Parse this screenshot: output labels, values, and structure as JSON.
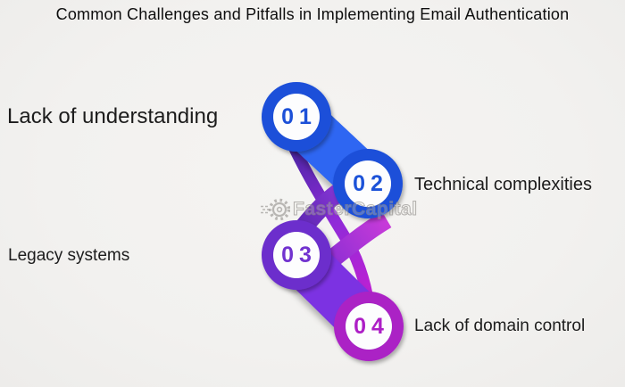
{
  "title": "Common Challenges and Pitfalls in Implementing Email Authentication",
  "watermark": {
    "text": "FasterCapital",
    "icon": "gear-icon",
    "color": "rgba(135,132,128,0.6)"
  },
  "steps": [
    {
      "number": "01",
      "label": "Lack of understanding",
      "side": "left",
      "ring_color": "#1d50d9",
      "number_color": "#1c50d8"
    },
    {
      "number": "02",
      "label": "Technical complexities",
      "side": "right",
      "ring_color": "#1d50d9",
      "number_color": "#1c52d8"
    },
    {
      "number": "03",
      "label": "Legacy systems",
      "side": "left",
      "ring_color": "#6c2ecc",
      "number_color": "#7132cf"
    },
    {
      "number": "04",
      "label": "Lack of domain control",
      "side": "right",
      "ring_color": "#ab23c5",
      "number_color": "#ad1ec6"
    }
  ],
  "colors": {
    "background": "#f2f1ef",
    "title_text": "#0e0e0e",
    "label_text": "#1c1c1c",
    "stadium_blue": [
      "#2e66f2",
      "#1243d0"
    ],
    "stadium_purple": [
      "#7b33e2",
      "#9229d9",
      "#be1dcb"
    ],
    "band_long": [
      "#41249e",
      "#8f2bd8",
      "#c81ed2"
    ],
    "band_upper": [
      "#9b3be8",
      "#5c28b0"
    ],
    "band_lower": [
      "#c93bd9",
      "#7c2bd2"
    ],
    "circle_fill": "#fdfdfe"
  }
}
